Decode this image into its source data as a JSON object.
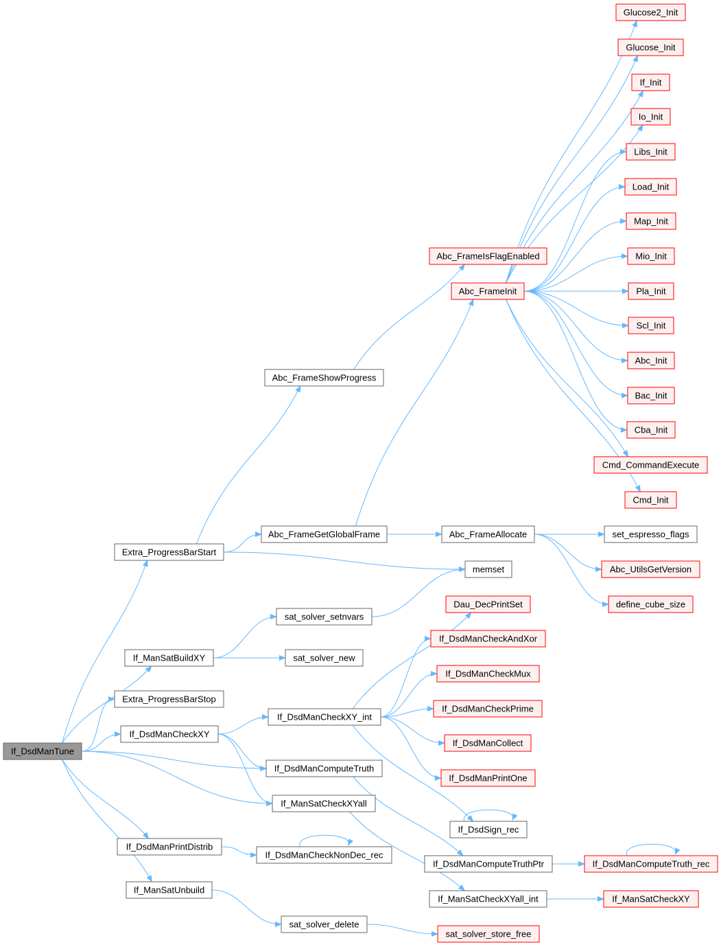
{
  "colors": {
    "edge": "#63b8ff",
    "root_fill": "#999999",
    "root_stroke": "#666666",
    "red_fill": "#fff0f0",
    "red_stroke": "#ff0000",
    "white_fill": "#ffffff",
    "white_stroke": "#666666"
  },
  "nodes": [
    {
      "id": "tune",
      "label": "If_DsdManTune",
      "kind": "root"
    },
    {
      "id": "pbstart",
      "label": "Extra_ProgressBarStart",
      "kind": "white"
    },
    {
      "id": "showprog",
      "label": "Abc_FrameShowProgress",
      "kind": "white"
    },
    {
      "id": "isflag",
      "label": "Abc_FrameIsFlagEnabled",
      "kind": "red"
    },
    {
      "id": "frameinit",
      "label": "Abc_FrameInit",
      "kind": "red"
    },
    {
      "id": "glucose2",
      "label": "Glucose2_Init",
      "kind": "red"
    },
    {
      "id": "glucose",
      "label": "Glucose_Init",
      "kind": "red"
    },
    {
      "id": "ifinit",
      "label": "If_Init",
      "kind": "red"
    },
    {
      "id": "ioinit",
      "label": "Io_Init",
      "kind": "red"
    },
    {
      "id": "libs",
      "label": "Libs_Init",
      "kind": "red"
    },
    {
      "id": "load",
      "label": "Load_Init",
      "kind": "red"
    },
    {
      "id": "map",
      "label": "Map_Init",
      "kind": "red"
    },
    {
      "id": "mio",
      "label": "Mio_Init",
      "kind": "red"
    },
    {
      "id": "pla",
      "label": "Pla_Init",
      "kind": "red"
    },
    {
      "id": "scl",
      "label": "Scl_Init",
      "kind": "red"
    },
    {
      "id": "abcinit",
      "label": "Abc_Init",
      "kind": "red"
    },
    {
      "id": "bac",
      "label": "Bac_Init",
      "kind": "red"
    },
    {
      "id": "cba",
      "label": "Cba_Init",
      "kind": "red"
    },
    {
      "id": "cmdexec",
      "label": "Cmd_CommandExecute",
      "kind": "red"
    },
    {
      "id": "cmdinit",
      "label": "Cmd_Init",
      "kind": "red"
    },
    {
      "id": "globframe",
      "label": "Abc_FrameGetGlobalFrame",
      "kind": "white"
    },
    {
      "id": "falloc",
      "label": "Abc_FrameAllocate",
      "kind": "white"
    },
    {
      "id": "espresso",
      "label": "set_espresso_flags",
      "kind": "white"
    },
    {
      "id": "version",
      "label": "Abc_UtilsGetVersion",
      "kind": "red"
    },
    {
      "id": "cube",
      "label": "define_cube_size",
      "kind": "red"
    },
    {
      "id": "memset",
      "label": "memset",
      "kind": "white"
    },
    {
      "id": "setnvars",
      "label": "sat_solver_setnvars",
      "kind": "white"
    },
    {
      "id": "dau",
      "label": "Dau_DecPrintSet",
      "kind": "red"
    },
    {
      "id": "buildxy",
      "label": "If_ManSatBuildXY",
      "kind": "white"
    },
    {
      "id": "satnew",
      "label": "sat_solver_new",
      "kind": "white"
    },
    {
      "id": "andxor",
      "label": "If_DsdManCheckAndXor",
      "kind": "red"
    },
    {
      "id": "mux",
      "label": "If_DsdManCheckMux",
      "kind": "red"
    },
    {
      "id": "pbstop",
      "label": "Extra_ProgressBarStop",
      "kind": "white"
    },
    {
      "id": "xyint",
      "label": "If_DsdManCheckXY_int",
      "kind": "white"
    },
    {
      "id": "prime",
      "label": "If_DsdManCheckPrime",
      "kind": "red"
    },
    {
      "id": "checkxy",
      "label": "If_DsdManCheckXY",
      "kind": "white"
    },
    {
      "id": "collect",
      "label": "If_DsdManCollect",
      "kind": "red"
    },
    {
      "id": "ctruth",
      "label": "If_DsdManComputeTruth",
      "kind": "white"
    },
    {
      "id": "printone",
      "label": "If_DsdManPrintOne",
      "kind": "red"
    },
    {
      "id": "xyall",
      "label": "If_ManSatCheckXYall",
      "kind": "white"
    },
    {
      "id": "sign",
      "label": "If_DsdSign_rec",
      "kind": "white"
    },
    {
      "id": "distrib",
      "label": "If_DsdManPrintDistrib",
      "kind": "white"
    },
    {
      "id": "nondec",
      "label": "If_DsdManCheckNonDec_rec",
      "kind": "white"
    },
    {
      "id": "ctptr",
      "label": "If_DsdManComputeTruthPtr",
      "kind": "white"
    },
    {
      "id": "ctrec",
      "label": "If_DsdManComputeTruth_rec",
      "kind": "red"
    },
    {
      "id": "unbuild",
      "label": "If_ManSatUnbuild",
      "kind": "white"
    },
    {
      "id": "xyallint",
      "label": "If_ManSatCheckXYall_int",
      "kind": "white"
    },
    {
      "id": "satcheckxy",
      "label": "If_ManSatCheckXY",
      "kind": "red"
    },
    {
      "id": "satdel",
      "label": "sat_solver_delete",
      "kind": "white"
    },
    {
      "id": "storefree",
      "label": "sat_solver_store_free",
      "kind": "red"
    }
  ],
  "edges": [
    [
      "tune",
      "pbstart"
    ],
    [
      "tune",
      "buildxy"
    ],
    [
      "tune",
      "pbstop"
    ],
    [
      "tune",
      "checkxy"
    ],
    [
      "tune",
      "ctruth"
    ],
    [
      "tune",
      "xyall"
    ],
    [
      "tune",
      "distrib"
    ],
    [
      "tune",
      "unbuild"
    ],
    [
      "pbstart",
      "showprog"
    ],
    [
      "pbstart",
      "globframe"
    ],
    [
      "pbstart",
      "memset"
    ],
    [
      "showprog",
      "isflag"
    ],
    [
      "globframe",
      "frameinit"
    ],
    [
      "globframe",
      "falloc"
    ],
    [
      "frameinit",
      "glucose2"
    ],
    [
      "frameinit",
      "glucose"
    ],
    [
      "frameinit",
      "ifinit"
    ],
    [
      "frameinit",
      "ioinit"
    ],
    [
      "frameinit",
      "libs"
    ],
    [
      "frameinit",
      "load"
    ],
    [
      "frameinit",
      "map"
    ],
    [
      "frameinit",
      "mio"
    ],
    [
      "frameinit",
      "pla"
    ],
    [
      "frameinit",
      "scl"
    ],
    [
      "frameinit",
      "abcinit"
    ],
    [
      "frameinit",
      "bac"
    ],
    [
      "frameinit",
      "cba"
    ],
    [
      "frameinit",
      "cmdexec"
    ],
    [
      "frameinit",
      "cmdinit"
    ],
    [
      "falloc",
      "espresso"
    ],
    [
      "falloc",
      "version"
    ],
    [
      "falloc",
      "cube"
    ],
    [
      "setnvars",
      "memset"
    ],
    [
      "buildxy",
      "setnvars"
    ],
    [
      "buildxy",
      "satnew"
    ],
    [
      "checkxy",
      "xyint"
    ],
    [
      "checkxy",
      "ctruth"
    ],
    [
      "checkxy",
      "xyall"
    ],
    [
      "xyint",
      "dau"
    ],
    [
      "xyint",
      "andxor"
    ],
    [
      "xyint",
      "mux"
    ],
    [
      "xyint",
      "prime"
    ],
    [
      "xyint",
      "collect"
    ],
    [
      "xyint",
      "printone"
    ],
    [
      "xyint",
      "sign"
    ],
    [
      "ctruth",
      "ctptr"
    ],
    [
      "ctptr",
      "ctrec"
    ],
    [
      "xyall",
      "xyallint"
    ],
    [
      "xyallint",
      "satcheckxy"
    ],
    [
      "distrib",
      "nondec"
    ],
    [
      "unbuild",
      "satdel"
    ],
    [
      "satdel",
      "storefree"
    ],
    [
      "sign",
      "sign"
    ],
    [
      "nondec",
      "nondec"
    ],
    [
      "ctrec",
      "ctrec"
    ]
  ]
}
